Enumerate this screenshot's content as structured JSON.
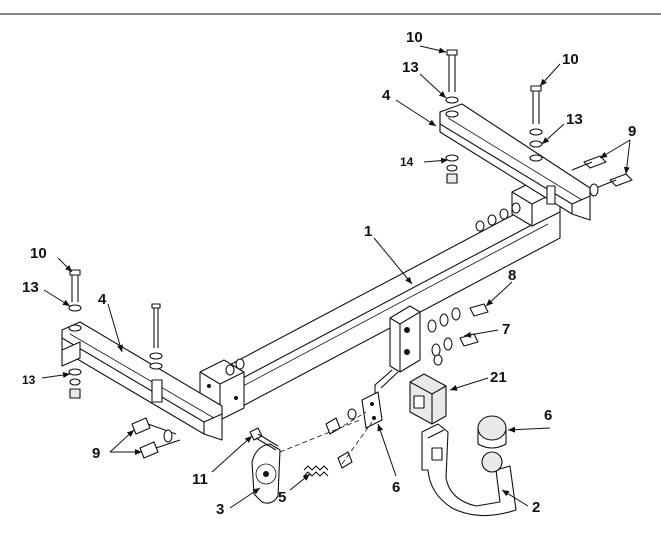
{
  "diagram": {
    "labels": {
      "l1": "1",
      "l2": "2",
      "l3": "3",
      "l4_top": "4",
      "l4_left": "4",
      "l5": "5",
      "l6_right": "6",
      "l6_mid": "6",
      "l7": "7",
      "l8": "8",
      "l9_right": "9",
      "l9_left": "9",
      "l10_top_a": "10",
      "l10_top_b": "10",
      "l10_left": "10",
      "l11": "11",
      "l13_top_a": "13",
      "l13_top_b": "13",
      "l13_left_a": "13",
      "l13_left_b": "13",
      "l14": "14",
      "l21": "21"
    },
    "colors": {
      "ink": "#111111",
      "paper": "#ffffff",
      "shade": "#e9e9e9"
    }
  }
}
